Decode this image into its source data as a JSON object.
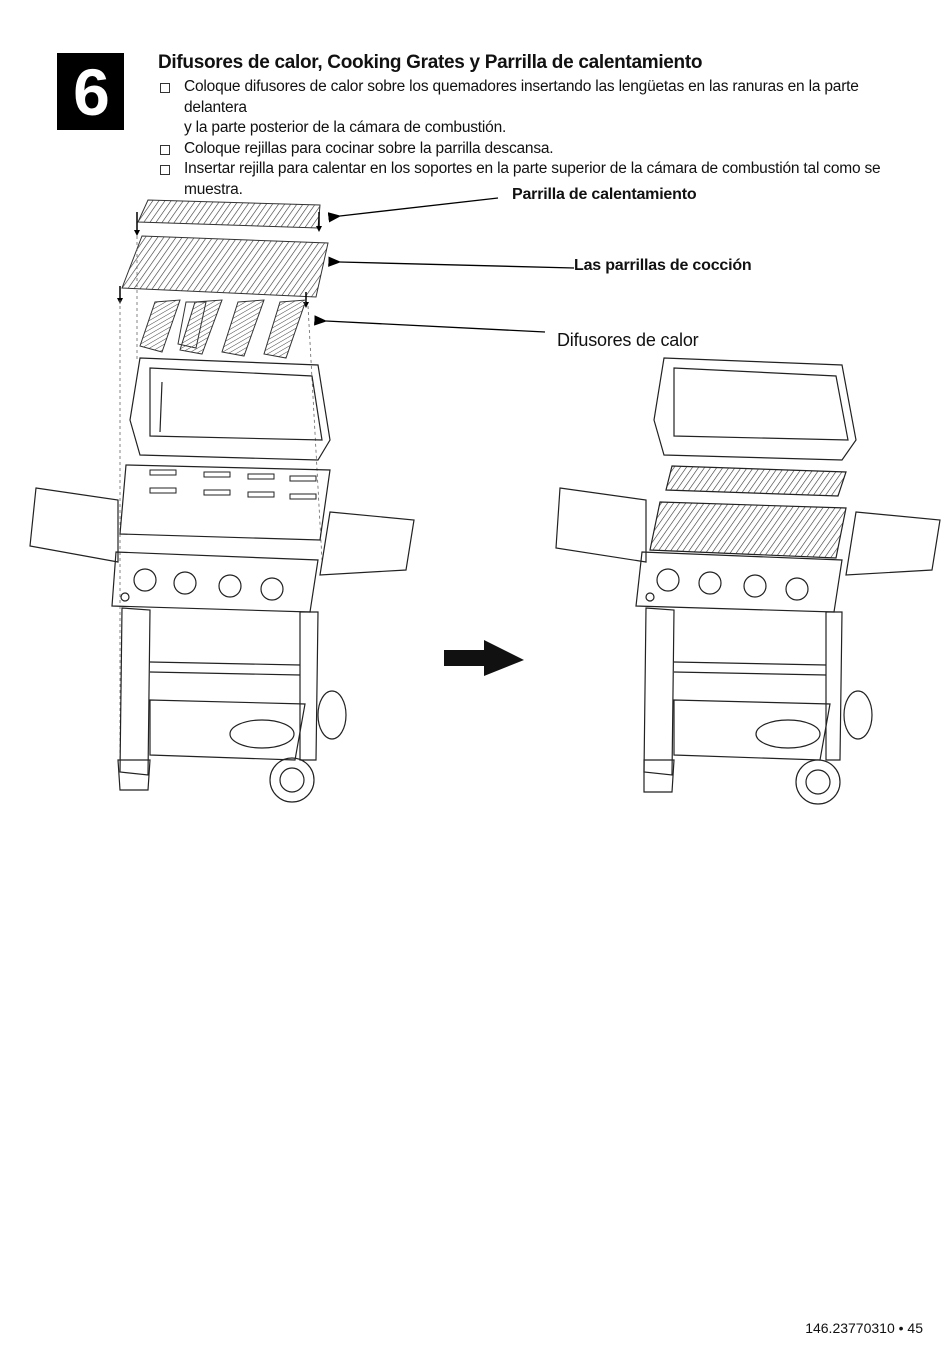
{
  "step": {
    "number": "6"
  },
  "title": "Difusores de calor, Cooking Grates y Parrilla de calentamiento",
  "instructions": [
    {
      "line1": "Coloque difusores de calor sobre los quemadores insertando las lengüetas en las ranuras en la parte delantera",
      "line2": "y la parte posterior de la cámara de combustión."
    },
    {
      "line1": "Coloque rejillas para cocinar sobre la parrilla descansa.",
      "line2": ""
    },
    {
      "line1": "Insertar rejilla para calentar en los soportes en la parte superior de la cámara de combustión tal como se",
      "line2": "muestra."
    }
  ],
  "callouts": {
    "warming_rack": "Parrilla de calentamiento",
    "cooking_grates": "Las parrillas de cocción",
    "heat_diffusers": "Difusores de calor"
  },
  "footer": {
    "page_ref": "146.23770310 • 45"
  }
}
